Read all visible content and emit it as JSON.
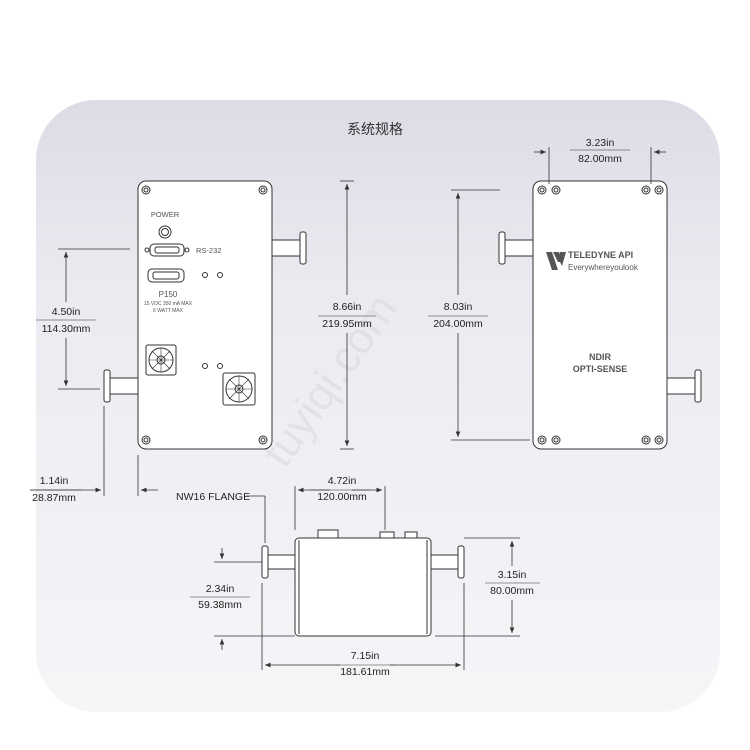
{
  "title": "系统规格",
  "front_panel": {
    "power": "POWER",
    "rs232": "RS-232",
    "model": "P150",
    "rating_1": "15 VDC 350 mA MAX",
    "rating_2": "6 WATT MAX"
  },
  "rear_panel": {
    "brand": "TELEDYNE API",
    "tagline": "Everywhereyoulook",
    "name_1": "NDIR",
    "name_2": "OPTI-SENSE"
  },
  "dimensions": {
    "front_height_in": "8.66in",
    "front_height_mm": "219.95mm",
    "left_offset_in": "4.50in",
    "left_offset_mm": "114.30mm",
    "fitting_in": "1.14in",
    "fitting_mm": "28.87mm",
    "rear_height_in": "8.03in",
    "rear_height_mm": "204.00mm",
    "hole_spacing_in": "3.23in",
    "hole_spacing_mm": "82.00mm",
    "top_width_in": "4.72in",
    "top_width_mm": "120.00mm",
    "side_offset_in": "2.34in",
    "side_offset_mm": "59.38mm",
    "side_height_in": "3.15in",
    "side_height_mm": "80.00mm",
    "overall_width_in": "7.15in",
    "overall_width_mm": "181.61mm"
  },
  "flange_label": "NW16 FLANGE",
  "watermark": "tuyiqi.com",
  "colors": {
    "line": "#333333",
    "box_fill": "#ffffff",
    "detail": "#555555"
  }
}
